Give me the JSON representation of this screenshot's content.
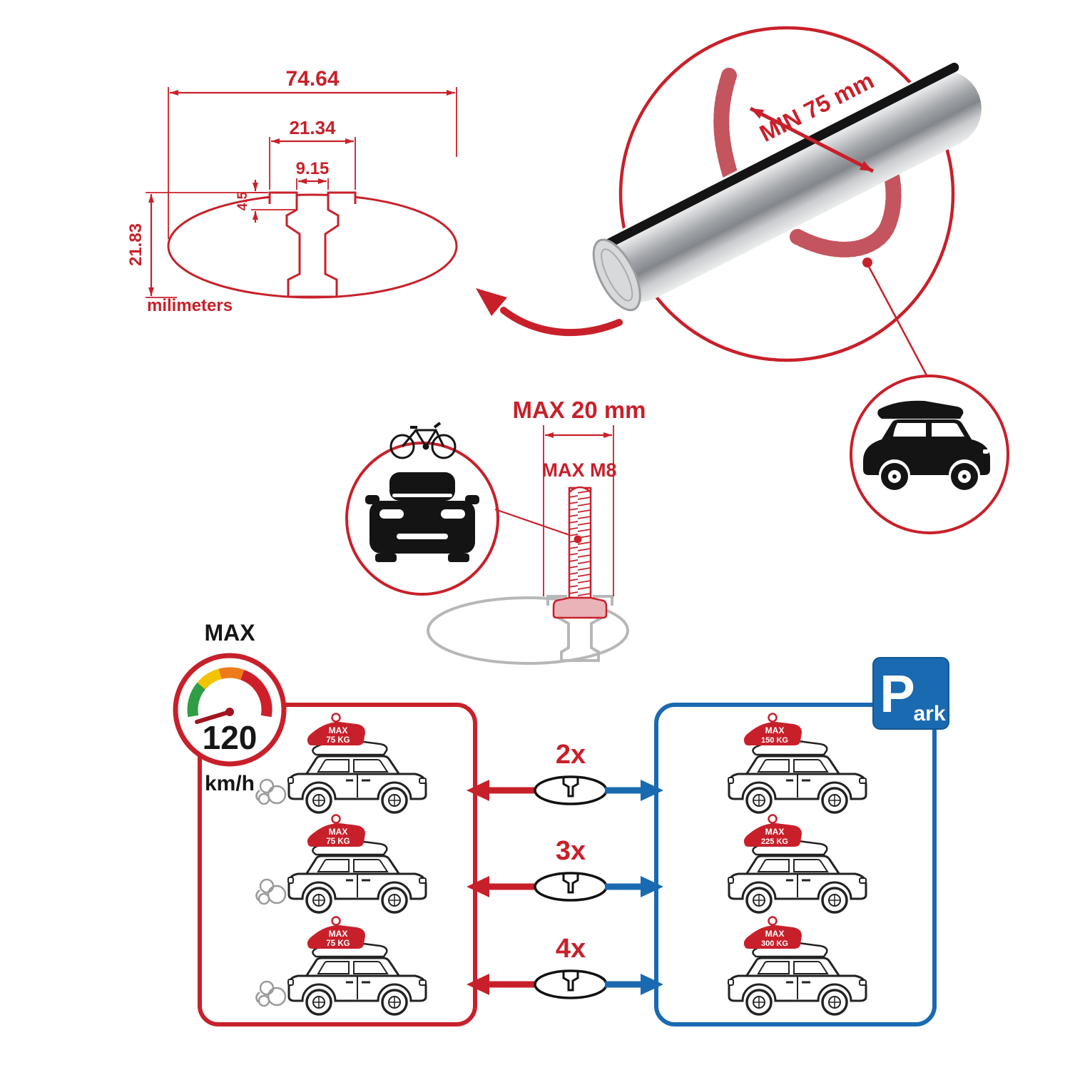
{
  "dimensions": {
    "total_width": "74.64",
    "slot_outer_width": "21.34",
    "slot_inner_width": "9.15",
    "slot_depth": "4.5",
    "total_height": "21.83",
    "units_label": "milimeters"
  },
  "bar_detail": {
    "min_span_label": "MIN 75 mm"
  },
  "bolt": {
    "max_width_label": "MAX 20 mm",
    "max_thread_label": "MAX M8"
  },
  "speed_limit": {
    "heading": "MAX",
    "value": "120",
    "units": "km/h"
  },
  "parking_sign": {
    "letter": "P",
    "suffix": "ark"
  },
  "driving_cars": [
    {
      "load_line1": "MAX",
      "load_line2": "75 KG"
    },
    {
      "load_line1": "MAX",
      "load_line2": "75 KG"
    },
    {
      "load_line1": "MAX",
      "load_line2": "75 KG"
    }
  ],
  "parked_cars": [
    {
      "load_line1": "MAX",
      "load_line2": "150 KG"
    },
    {
      "load_line1": "MAX",
      "load_line2": "225 KG"
    },
    {
      "load_line1": "MAX",
      "load_line2": "300 KG"
    }
  ],
  "bar_counts": [
    {
      "label": "2x"
    },
    {
      "label": "3x"
    },
    {
      "label": "4x"
    }
  ],
  "colors": {
    "red": "#c8202a",
    "blue": "#1a6ab1",
    "ink": "#161616",
    "gray": "#b5b5b5"
  }
}
